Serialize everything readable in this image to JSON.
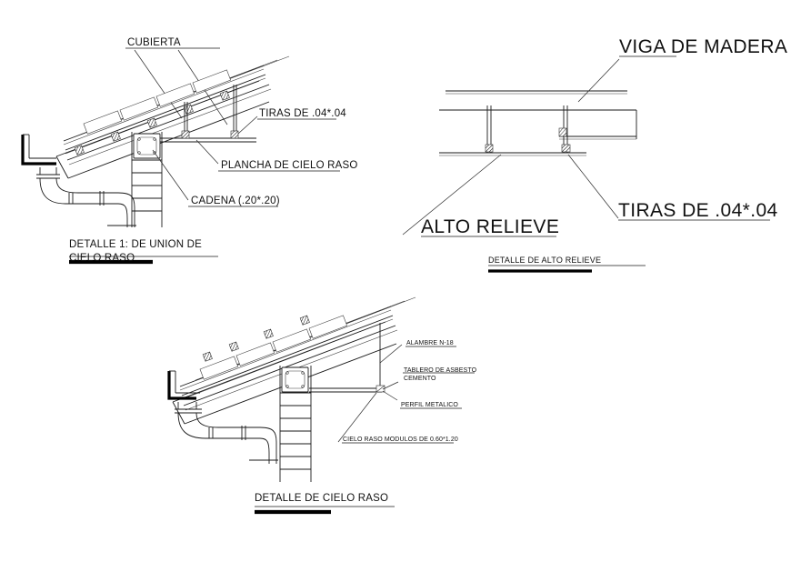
{
  "drawing": {
    "type": "architectural-detail-sheet",
    "background_color": "#ffffff",
    "line_color": "#1a1a1a",
    "details": [
      {
        "id": "detail-1",
        "title_line1": "DETALLE 1: DE UNION DE",
        "title_line2": "CIELO RASO",
        "labels": [
          {
            "key": "cubierta",
            "text": "CUBIERTA"
          },
          {
            "key": "tiras",
            "text": "TIRAS DE .04*.04"
          },
          {
            "key": "plancha",
            "text": "PLANCHA DE CIELO RASO"
          },
          {
            "key": "cadena",
            "text": "CADENA (.20*.20)"
          }
        ]
      },
      {
        "id": "detail-alto-relieve",
        "title": "DETALLE DE ALTO RELIEVE",
        "labels": [
          {
            "key": "viga",
            "text": "VIGA DE MADERA"
          },
          {
            "key": "tiras",
            "text": "TIRAS DE .04*.04"
          },
          {
            "key": "alto_relieve",
            "text": "ALTO RELIEVE"
          }
        ]
      },
      {
        "id": "detail-cielo-raso",
        "title": "DETALLE DE CIELO RASO",
        "labels": [
          {
            "key": "alambre",
            "text": "ALAMBRE N-18"
          },
          {
            "key": "tablero_l1",
            "text": "TABLERO DE ASBESTO"
          },
          {
            "key": "tablero_l2",
            "text": "CEMENTO"
          },
          {
            "key": "perfil",
            "text": "PERFIL METALICO"
          },
          {
            "key": "modulos",
            "text": "CIELO RASO MODULOS DE 0.60*1.20"
          }
        ]
      }
    ]
  }
}
